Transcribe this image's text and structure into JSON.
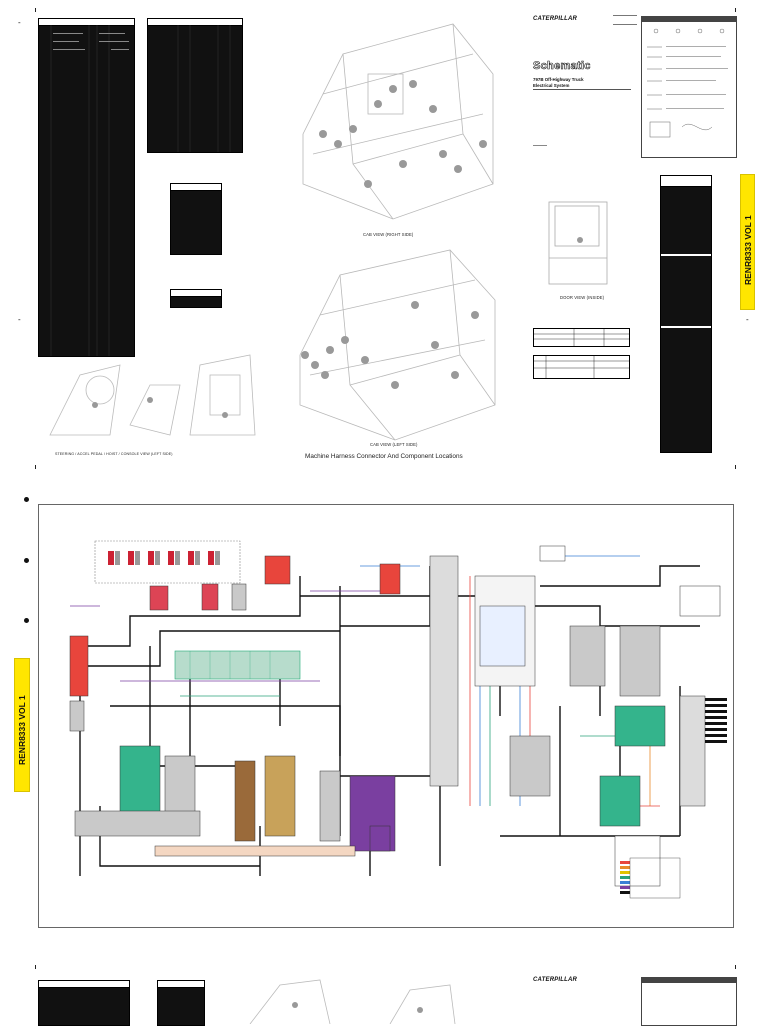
{
  "top_sheet": {
    "brand": "CATERPILLAR",
    "title": "Schematic",
    "subtitle_line1": "797B Off-Highway Truck",
    "subtitle_line2": "Electrical System",
    "vertical_tab": "RENR8333 VOL 1",
    "views": {
      "cab_right": "CAB VIEW (RIGHT SIDE)",
      "cab_left": "CAB VIEW (LEFT SIDE)",
      "door": "DOOR VIEW (INSIDE)",
      "steering": "STEERING / ACCEL PEDAL / HOIST / CONSOLE VIEW (LEFT SIDE)"
    },
    "section_title": "Machine Harness Connector And Component Locations"
  },
  "middle_sheet": {
    "vertical_tab": "RENR8333 VOL 1"
  },
  "bottom_sheet": {
    "brand": "CATERPILLAR"
  },
  "colors": {
    "tab_yellow": "#ffe600",
    "wire_black": "#111111",
    "wire_red": "#e8453c",
    "wire_blue": "#3a7fd5",
    "wire_green": "#2aa27a",
    "wire_purple": "#7a3fa0",
    "wire_orange": "#e88a2a",
    "wire_brown": "#9a6a3a"
  }
}
